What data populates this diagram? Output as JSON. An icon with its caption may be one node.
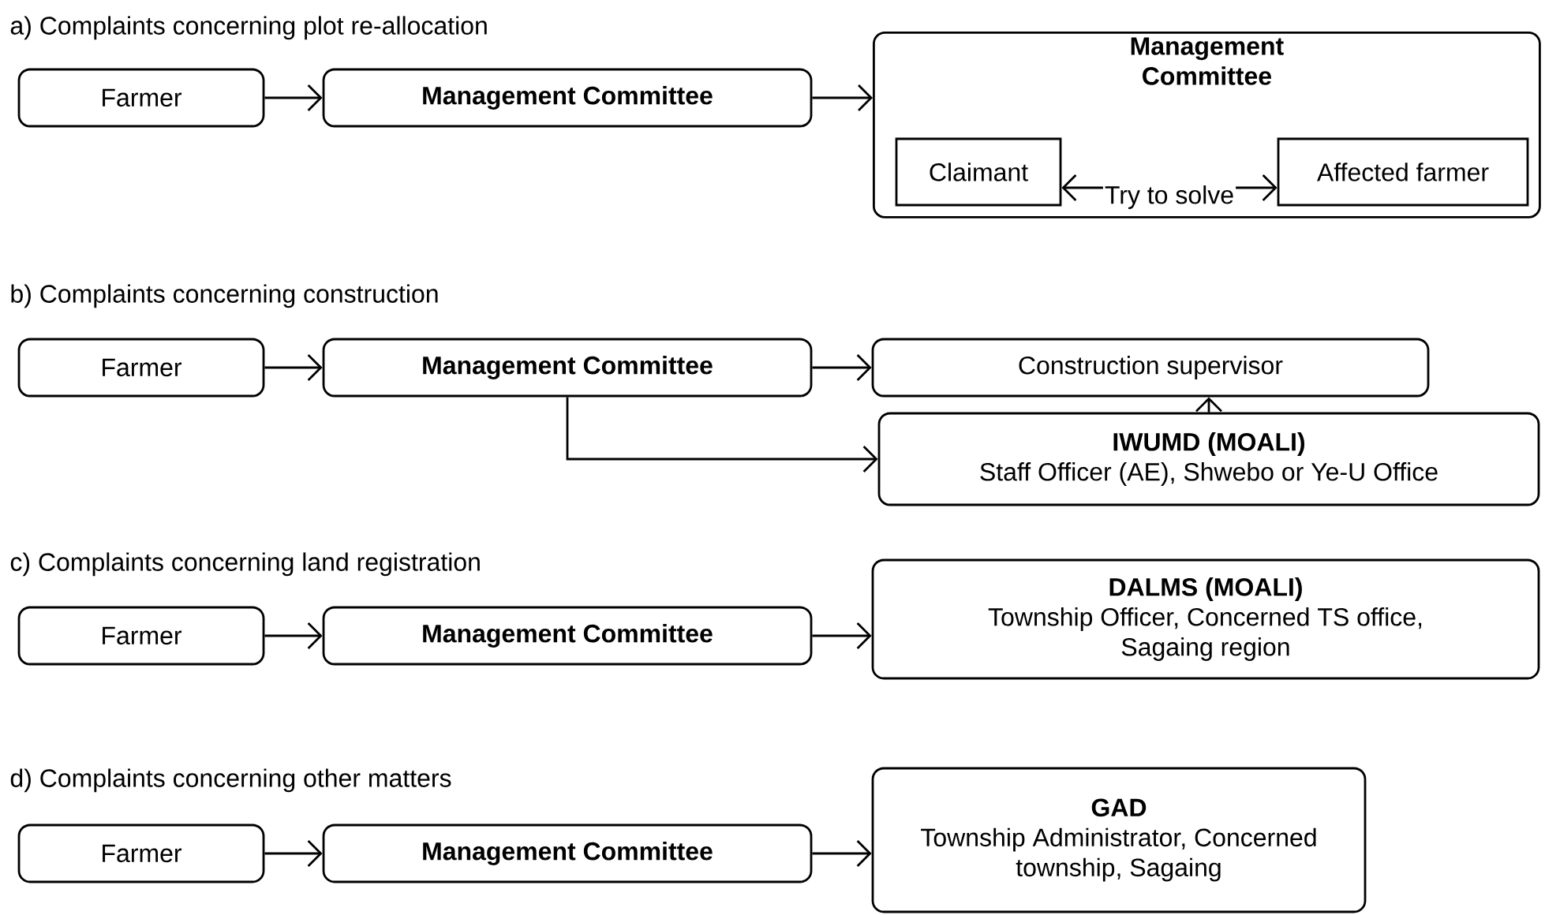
{
  "diagram": {
    "nodes": [
      {
        "text": [
          "Farmer"
        ]
      },
      {
        "text": [
          "Management Committee"
        ]
      },
      {
        "text": [
          "Management Committee"
        ]
      },
      {
        "text": [
          "Claimant"
        ],
        "in": 2
      },
      {
        "text": [
          "Affected farmer"
        ],
        "in": 2
      },
      {
        "text": [
          "Farmer"
        ]
      },
      {
        "text": [
          "Management Committee"
        ]
      },
      {
        "text": [
          "Construction supervisor"
        ]
      },
      {
        "text": [
          "IWUMD (MOALI)",
          "Staff Officer (AE), Shwebo or Ye-U Office"
        ]
      },
      {
        "text": [
          "Farmer"
        ]
      },
      {
        "text": [
          "Management Committee"
        ]
      },
      {
        "text": [
          "DALMS (MOALI)",
          "Township Officer, Concerned TS office, Sagaing region"
        ]
      },
      {
        "text": [
          "Farmer"
        ]
      },
      {
        "text": [
          "Management Committee"
        ]
      },
      {
        "text": [
          "GAD",
          "Township Administrator, Concerned township, Sagaing"
        ]
      }
    ],
    "edges": [
      {
        "from": 0,
        "to": 1,
        "arrow": "to"
      },
      {
        "from": 1,
        "to": 2,
        "arrow": "to"
      },
      {
        "from": 3,
        "to": 4,
        "arrow": "both",
        "label": "Try to solve"
      },
      {
        "from": 5,
        "to": 6,
        "arrow": "to"
      },
      {
        "from": 6,
        "to": 7,
        "arrow": "to"
      },
      {
        "from": 6,
        "to": 8,
        "arrow": "to"
      },
      {
        "from": 8,
        "to": 7,
        "arrow": "to"
      },
      {
        "from": 9,
        "to": 10,
        "arrow": "to"
      },
      {
        "from": 10,
        "to": 11,
        "arrow": "to"
      },
      {
        "from": 12,
        "to": 13,
        "arrow": "to"
      },
      {
        "from": 13,
        "to": 14,
        "arrow": "to"
      }
    ],
    "labels": [
      "a) Complaints concerning plot re-allocation",
      "b) Complaints concerning construction",
      "c) Complaints concerning land registration",
      "d) Complaints concerning other matters"
    ]
  }
}
